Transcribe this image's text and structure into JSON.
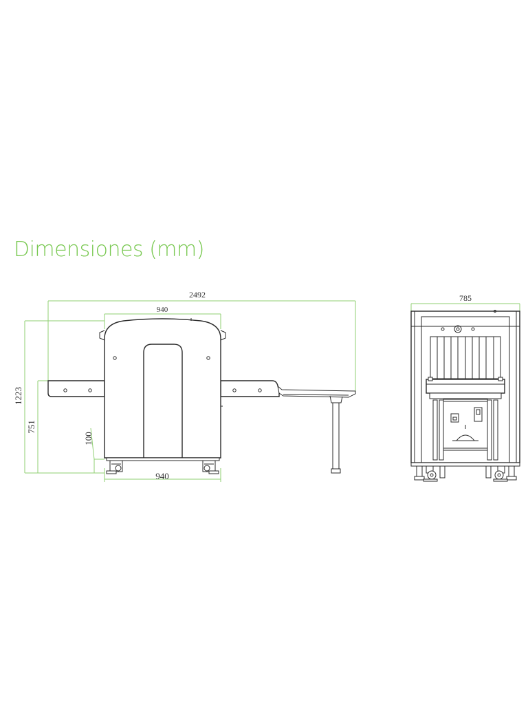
{
  "title": "Dimensiones (mm)",
  "colors": {
    "title": "#78c850",
    "dimension_line": "#8fcf72",
    "drawing_line": "#2a2a2a"
  },
  "side_view": {
    "overall_length": "2492",
    "body_width_top": "940",
    "body_width_bottom": "940",
    "overall_height": "1223",
    "conveyor_height": "751",
    "clearance": "100"
  },
  "front_view": {
    "overall_width": "785"
  }
}
